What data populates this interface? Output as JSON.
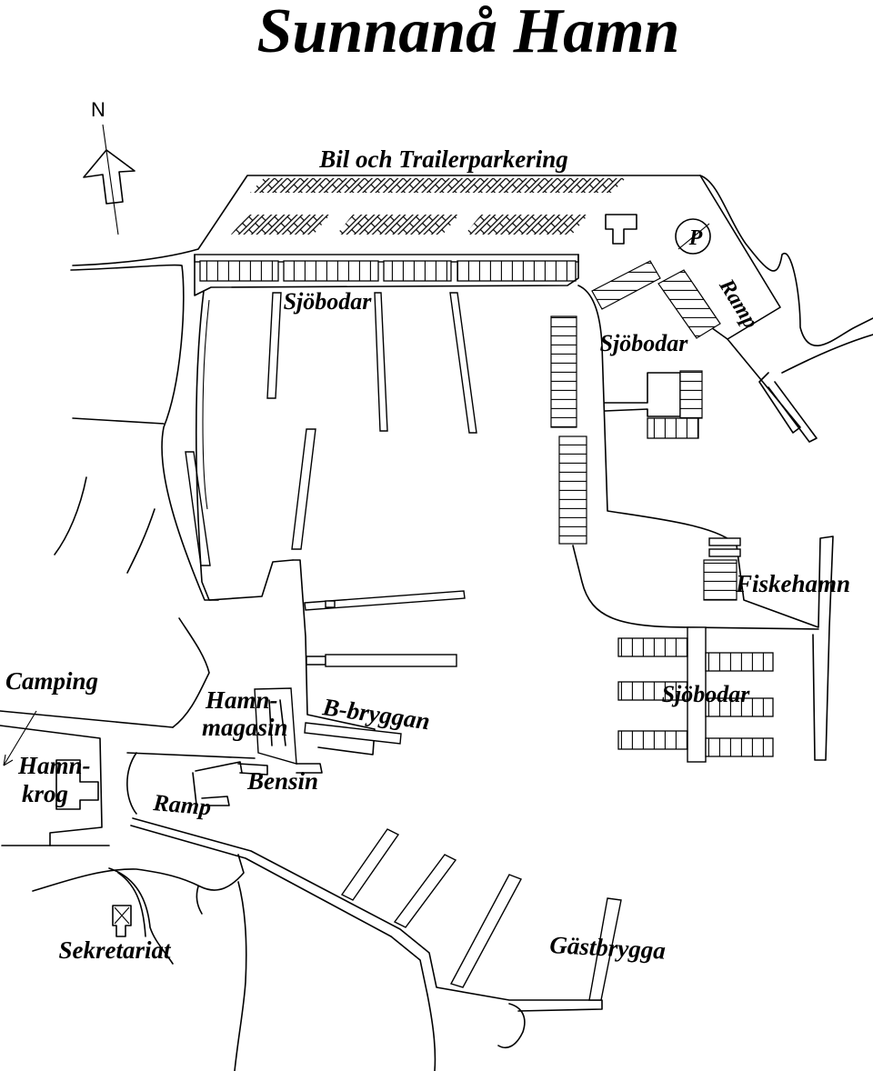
{
  "title": "Sunnanå Hamn",
  "compass": {
    "label": "N",
    "icon": "north-arrow-icon"
  },
  "parking_symbol": "P",
  "labels": {
    "parking_area": "Bil och Trailerparkering",
    "boathouses_north": "Sjöbodar",
    "boathouses_east": "Sjöbodar",
    "boathouses_south": "Sjöbodar",
    "ramp_east": "Ramp",
    "ramp_south": "Ramp",
    "fishing_harbor": "Fiskehamn",
    "camping": "Camping",
    "restaurant_line1": "Hamn-",
    "restaurant_line2": "krog",
    "warehouse_line1": "Hamn-",
    "warehouse_line2": "magasin",
    "b_pier": "B-bryggan",
    "fuel": "Bensin",
    "secretariat": "Sekretariat",
    "guest_pier": "Gästbrygga"
  },
  "colors": {
    "ink": "#000000",
    "paper": "#ffffff"
  }
}
